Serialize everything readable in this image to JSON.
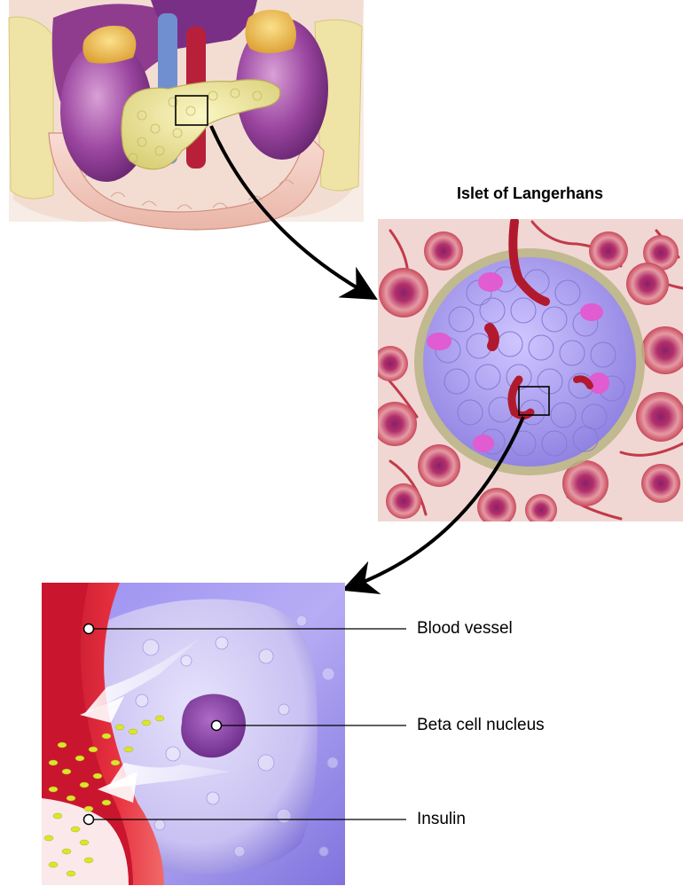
{
  "figure": {
    "inset_title": "Islet of Langerhans",
    "callouts": [
      {
        "id": "blood-vessel",
        "text": "Blood vessel"
      },
      {
        "id": "beta-cell-nucleus",
        "text": "Beta cell nucleus"
      },
      {
        "id": "insulin",
        "text": "Insulin"
      }
    ]
  }
}
